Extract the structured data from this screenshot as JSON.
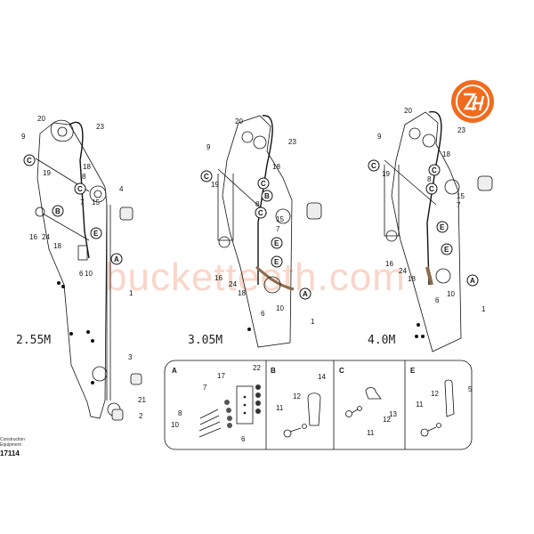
{
  "diagram": {
    "type": "parts exploded view",
    "variants": [
      {
        "label": "2.55M"
      },
      {
        "label": "3.05M"
      },
      {
        "label": "4.0M"
      }
    ],
    "part_numbers": [
      "1",
      "2",
      "3",
      "4",
      "5",
      "6",
      "7",
      "8",
      "9",
      "10",
      "11",
      "12",
      "13",
      "14",
      "15",
      "16",
      "17",
      "18",
      "19",
      "20",
      "21",
      "22",
      "23",
      "24"
    ],
    "callout_letters": [
      "A",
      "B",
      "C",
      "E"
    ],
    "detail_panels": [
      {
        "letter": "A",
        "parts": [
          "6",
          "7",
          "8",
          "10",
          "17",
          "22"
        ]
      },
      {
        "letter": "B",
        "parts": [
          "11",
          "12",
          "14"
        ]
      },
      {
        "letter": "C",
        "parts": [
          "11",
          "12",
          "13"
        ]
      },
      {
        "letter": "E",
        "parts": [
          "5",
          "11",
          "12"
        ]
      }
    ]
  },
  "watermark": "bucketteeth.com",
  "logo": {
    "text": "ZH",
    "color": "#f26b1d"
  },
  "footer": {
    "line1": "Construction",
    "line2": "Equipment",
    "code": "17114"
  }
}
